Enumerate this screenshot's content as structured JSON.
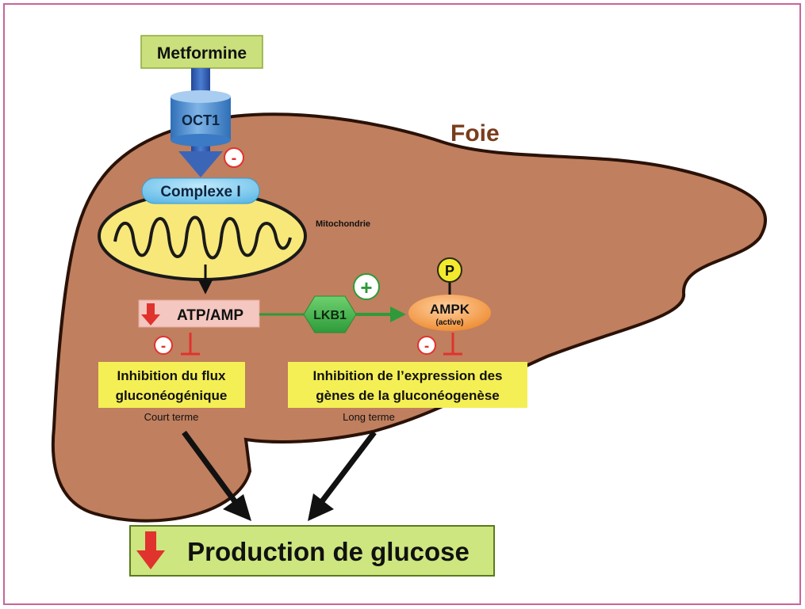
{
  "liver_label": "Foie",
  "nodes": {
    "metformine": "Metformine",
    "oct1": "OCT1",
    "complexe_i": "Complexe I",
    "mitochondrie": "Mitochondrie",
    "atp_amp": "ATP/AMP",
    "lkb1": "LKB1",
    "ampk": "AMPK",
    "ampk_active": "(active)",
    "phospho": "P"
  },
  "effects": {
    "short_line1": "Inhibition du flux",
    "short_line2": "gluconéogénique",
    "short_term": "Court terme",
    "long_line1": "Inhibition de l’expression des",
    "long_line2": "gènes de la gluconéogenèse",
    "long_term": "Long terme"
  },
  "result": "Production de glucose",
  "signs": {
    "minus": "-",
    "plus": "+"
  },
  "colors": {
    "liver": "#c07f5e",
    "liver_outline": "#2a1208",
    "label_box": "#f4ef55",
    "metformine_box": "#c9e07c",
    "result_box": "#cde67f",
    "transporter": "#4f8fd0",
    "complexe_i": "#6dc6ee",
    "mitochondria": "#f8e87a",
    "atp_box": "#f4c7c0",
    "lkb1": "#42b24a",
    "ampk": "#f5a04b",
    "inhibit_red": "#e0332e",
    "activate_green": "#2f9a3a",
    "frame": "#c9649a"
  }
}
